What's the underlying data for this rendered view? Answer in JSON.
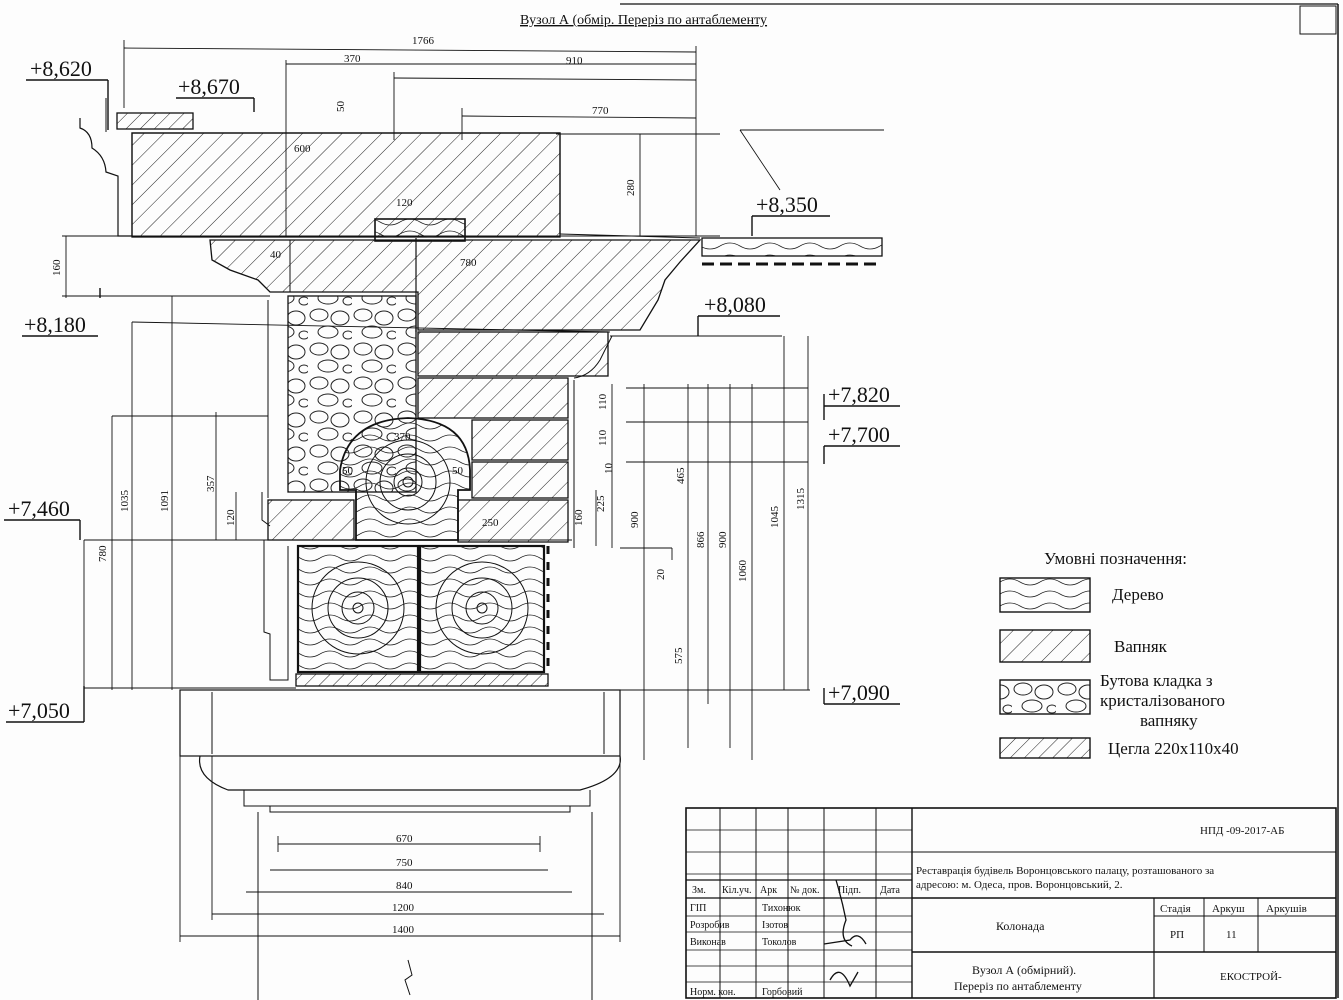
{
  "sheet_title": "Вузол А (обмір. Переріз по антаблементу",
  "levels": {
    "l8620": "+8,620",
    "l8670": "+8,670",
    "l8350": "+8,350",
    "l8180": "+8,180",
    "l8080": "+8,080",
    "l7820": "+7,820",
    "l7700": "+7,700",
    "l7460": "+7,460",
    "l7090": "+7,090",
    "l7050": "+7,050"
  },
  "dims_top": {
    "d1766": "1766",
    "d370": "370",
    "d910": "910",
    "d50": "50",
    "d770": "770",
    "d600": "600",
    "d280": "280",
    "d120": "120",
    "d40": "40",
    "d780": "780",
    "d160": "160"
  },
  "dims_middle": {
    "d370b": "370",
    "d50a": "50",
    "d50b": "50",
    "d250": "250",
    "d110a": "110",
    "d110b": "110",
    "d10": "10",
    "d225": "225",
    "d160b": "160",
    "d465": "465",
    "d900a": "900",
    "d866": "866",
    "d900b": "900",
    "d1060": "1060",
    "d1045": "1045",
    "d1315": "1315",
    "d20": "20",
    "d575": "575",
    "d357": "357",
    "d120b": "120",
    "d1091": "1091",
    "d1035": "1035",
    "d780b": "780"
  },
  "dims_bottom": {
    "d670": "670",
    "d750": "750",
    "d840": "840",
    "d1200": "1200",
    "d1400": "1400"
  },
  "legend": {
    "title": "Умовні позначення:",
    "items": [
      "Дерево",
      "Вапняк",
      "Бутова кладка з",
      "кристалізованого",
      "вапняку",
      "Цегла 220x110x40"
    ]
  },
  "title_block": {
    "code": "НПД -09-2017-АБ",
    "project_line1": "Реставрація будівель Воронцовського палацу, розташованого за",
    "project_line2": "адресою: м. Одеса, пров. Воронцовський, 2.",
    "headers": [
      "Зм.",
      "Кіл.уч.",
      "Арк",
      "№ док.",
      "Підп.",
      "Дата"
    ],
    "roles": [
      {
        "role": "ГІП",
        "name": "Тихонюк"
      },
      {
        "role": "Розробив",
        "name": "Ізотов"
      },
      {
        "role": "Виконав",
        "name": "Токолов"
      },
      {
        "role": "Норм. кон.",
        "name": "Горбовий"
      }
    ],
    "object": "Колонада",
    "stage_label": "Стадія",
    "sheet_label": "Аркуш",
    "sheets_label": "Аркушів",
    "stage": "РП",
    "sheet_no": "11",
    "drawing_title_1": "Вузол А (обмірний).",
    "drawing_title_2": "Переріз по антаблементу",
    "company": "ЕКОСТРОЙ-"
  },
  "colors": {
    "ink": "#111111",
    "paper": "#fdfdfd"
  }
}
